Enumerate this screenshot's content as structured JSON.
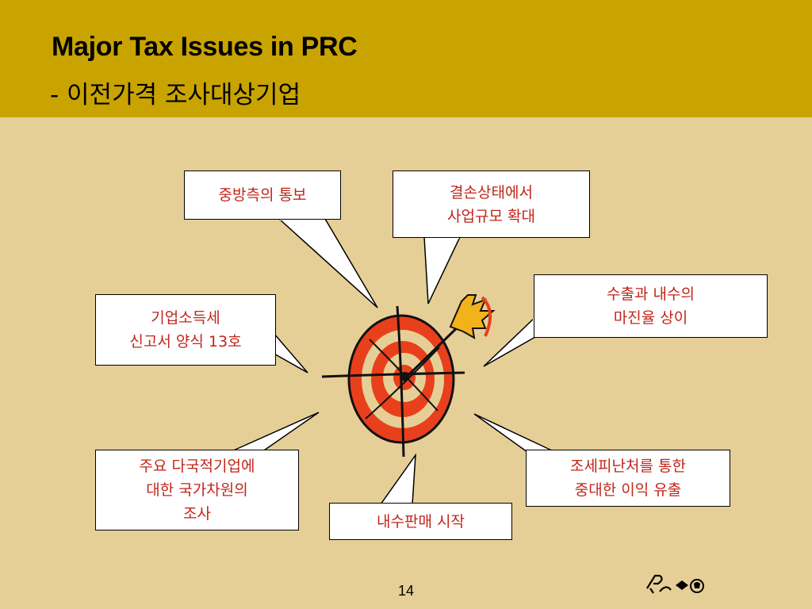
{
  "header": {
    "title": "Major Tax Issues in PRC",
    "subtitle": "- 이전가격 조사대상기업"
  },
  "callouts": {
    "notice": [
      "중방측의 통보"
    ],
    "loss_expansion": [
      "결손상태에서",
      "사업규모 확대"
    ],
    "form13": [
      "기업소득세",
      "신고서 양식 13호"
    ],
    "export_margin": [
      "수출과 내수의",
      "마진율 상이"
    ],
    "mnc_survey": [
      "주요 다국적기업에",
      "대한 국가차원의",
      "조사"
    ],
    "domestic_sales": [
      "내수판매 시작"
    ],
    "tax_haven": [
      "조세피난처를 통한",
      "중대한 이익 유출"
    ]
  },
  "footer": {
    "page_number": "14"
  },
  "colors": {
    "header_bg": "#c9a400",
    "slide_bg": "#e6cf96",
    "callout_text": "#c0261a",
    "target_red": "#e8401c"
  },
  "icons": [
    "target-icon",
    "arrow-icon",
    "pwc-logo-icon"
  ]
}
